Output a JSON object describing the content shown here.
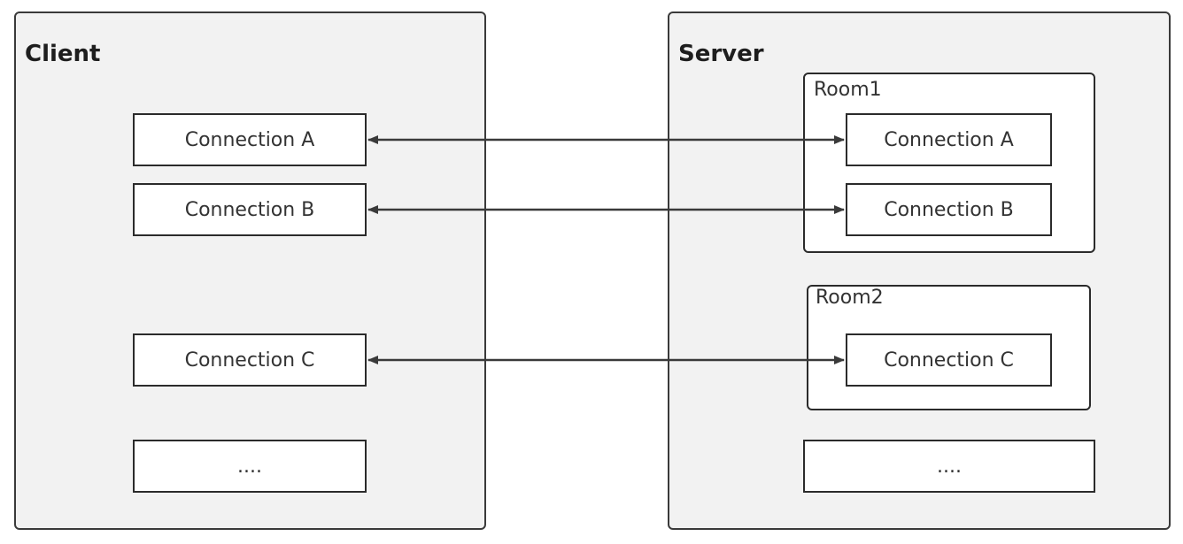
{
  "client": {
    "title": "Client",
    "connections": [
      {
        "label": "Connection A"
      },
      {
        "label": "Connection B"
      },
      {
        "label": "Connection C"
      },
      {
        "label": "...."
      }
    ]
  },
  "server": {
    "title": "Server",
    "rooms": [
      {
        "label": "Room1",
        "connections": [
          {
            "label": "Connection A"
          },
          {
            "label": "Connection B"
          }
        ]
      },
      {
        "label": "Room2",
        "connections": [
          {
            "label": "Connection C"
          }
        ]
      }
    ],
    "more": {
      "label": "...."
    }
  },
  "links": [
    {
      "from": "Client Connection A",
      "to": "Room1 Connection A",
      "direction": "bidirectional"
    },
    {
      "from": "Client Connection B",
      "to": "Room1 Connection B",
      "direction": "bidirectional"
    },
    {
      "from": "Client Connection C",
      "to": "Room2 Connection C",
      "direction": "bidirectional"
    }
  ],
  "colors": {
    "panel_fill": "#f2f2f2",
    "stroke": "#2b2b2b",
    "node_fill": "#ffffff"
  }
}
